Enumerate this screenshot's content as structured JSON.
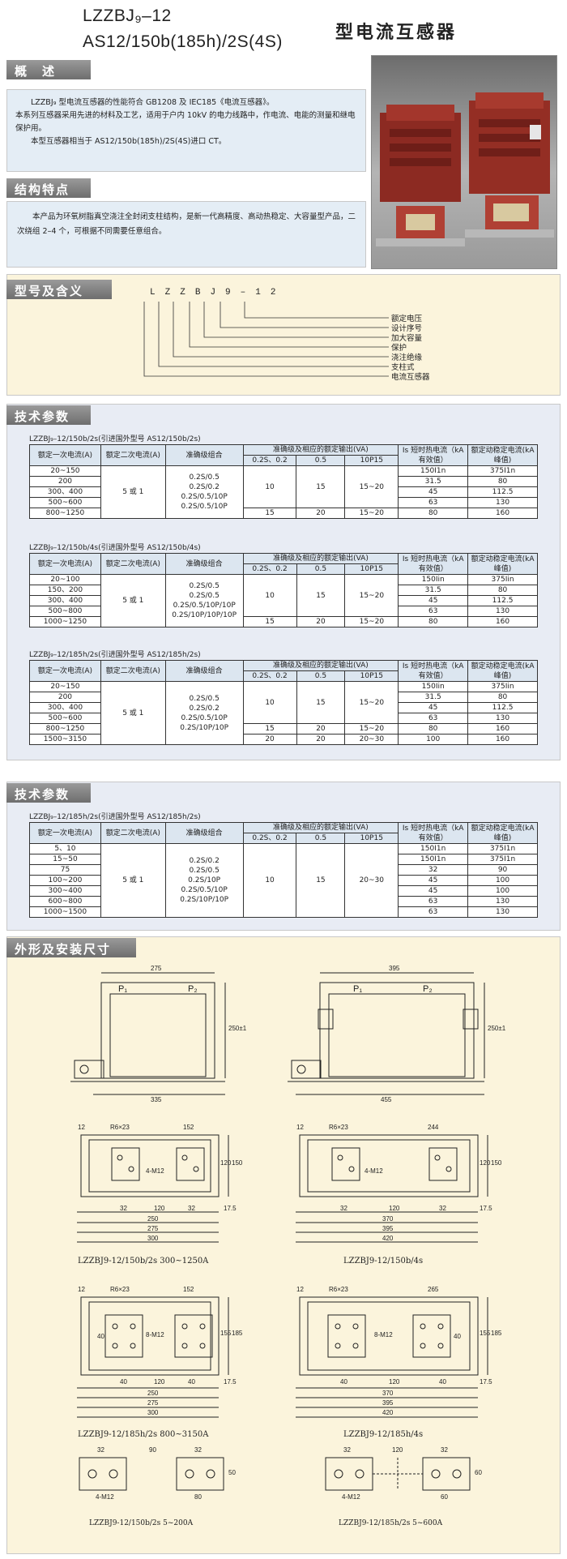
{
  "header": {
    "model_line1": "LZZBJ₉–12",
    "model_line2": "AS12/150b(185h)/2S(4S)",
    "title_cn": "型电流互感器"
  },
  "overview": {
    "tab": "概　述",
    "p1": "LZZBJ₉ 型电流互感器的性能符合 GB1208 及 IEC185《电流互感器》。",
    "p2": "本系列互感器采用先进的材料及工艺，适用于户内 10kV 的电力线路中，作电流、电能的测量和继电保护用。",
    "p3": "本型互感器相当于 AS12/150b(185h)/2S(4S)进口 CT。"
  },
  "structure": {
    "tab": "结构特点",
    "text": "本产品为环氧树脂真空浇注全封闭支柱结构，是新一代高精度、高动热稳定、大容量型产品，二次绕组 2–4 个，可根据不同需要任意组合。"
  },
  "model_meaning": {
    "tab": "型号及含义",
    "code": [
      "L",
      "Z",
      "Z",
      "B",
      "J",
      "9",
      "–12"
    ],
    "meanings": [
      "额定电压",
      "设计序号",
      "加大容量",
      "保护",
      "浇注绝缘",
      "支柱式",
      "电流互感器"
    ]
  },
  "tech1": {
    "tab": "技术参数",
    "headers": {
      "primary": "额定一次电流(A)",
      "secondary": "额定二次电流(A)",
      "accuracy": "准确级组合",
      "output": "准确级及相应的额定输出(VA)",
      "col1": "0.2S、0.2",
      "col2": "0.5",
      "col3": "10P15",
      "is": "Is 短时热电流（kA 有效值）",
      "dyn": "额定动稳定电流(kA 峰值)"
    },
    "tables": [
      {
        "caption": "LZZBJ₉–12/150b/2s(引进国外型号 AS12/150b/2s)",
        "primary": [
          "20~150",
          "200",
          "300、400",
          "500~600",
          "800~1250"
        ],
        "secondary": "5 或 1",
        "accuracy": [
          "0.2S/0.5",
          "0.2S/0.2",
          "0.2S/0.5/10P",
          "0.2S/0.5/10P"
        ],
        "out_main": [
          "10",
          "15",
          "15~20"
        ],
        "out_last": [
          "15",
          "20",
          "15~20"
        ],
        "is": [
          "150I1n",
          "31.5",
          "45",
          "63",
          "80"
        ],
        "dyn": [
          "375I1n",
          "80",
          "112.5",
          "130",
          "160"
        ]
      },
      {
        "caption": "LZZBJ₉–12/150b/4s(引进国外型号 AS12/150b/4s)",
        "primary": [
          "20~100",
          "150、200",
          "300、400",
          "500~800",
          "1000~1250"
        ],
        "secondary": "5 或 1",
        "accuracy": [
          "0.2S/0.5",
          "0.2S/0.5",
          "0.2S/0.5/10P/10P",
          "0.2S/10P/10P/10P"
        ],
        "out_main": [
          "10",
          "15",
          "15~20"
        ],
        "out_last": [
          "15",
          "20",
          "15~20"
        ],
        "is": [
          "150Iin",
          "31.5",
          "45",
          "63",
          "80"
        ],
        "dyn": [
          "375Iin",
          "80",
          "112.5",
          "130",
          "160"
        ]
      },
      {
        "caption": "LZZBJ₉–12/185h/2s(引进国外型号 AS12/185h/2s)",
        "primary": [
          "20~150",
          "200",
          "300、400",
          "500~600",
          "800~1250",
          "1500~3150"
        ],
        "secondary": "5 或 1",
        "accuracy": [
          "0.2S/0.5",
          "0.2S/0.2",
          "0.2S/0.5/10P",
          "0.2S/10P/10P"
        ],
        "out_main": [
          "10",
          "15",
          "15~20"
        ],
        "out_rows": [
          [
            "15",
            "20",
            "15~20"
          ],
          [
            "20",
            "20",
            "20~30"
          ]
        ],
        "is": [
          "150Iin",
          "31.5",
          "45",
          "63",
          "80",
          "100"
        ],
        "dyn": [
          "375Iin",
          "80",
          "112.5",
          "130",
          "160",
          "160"
        ]
      }
    ]
  },
  "tech2": {
    "tab": "技术参数",
    "caption": "LZZBJ₉–12/185h/2s(引进国外型号 AS12/185h/2s)",
    "primary": [
      "5、10",
      "15~50",
      "75",
      "100~200",
      "300~400",
      "600~800",
      "1000~1500"
    ],
    "secondary": "5 或 1",
    "accuracy": [
      "0.2S/0.2",
      "0.2S/0.5",
      "0.2S/10P",
      "0.2S/0.5/10P",
      "0.2S/10P/10P"
    ],
    "out": [
      "10",
      "15",
      "20~30"
    ],
    "is": [
      "150I1n",
      "150I1n",
      "32",
      "45",
      "45",
      "63",
      "63"
    ],
    "dyn": [
      "375I1n",
      "375I1n",
      "90",
      "100",
      "100",
      "130",
      "130"
    ]
  },
  "drawings": {
    "tab": "外形及安装尺寸",
    "captions": [
      "LZZBJ9-12/150b/2s  300~1250A",
      "LZZBJ9-12/150b/4s",
      "LZZBJ9-12/185h/2s  800~3150A",
      "LZZBJ9-12/185h/4s",
      "LZZBJ9-12/150b/2s  5~200A",
      "LZZBJ9-12/185h/2s  5~600A"
    ],
    "dims": {
      "front1": [
        "275",
        "335",
        "250±1",
        "P₁",
        "P₂"
      ],
      "front2": [
        "395",
        "455",
        "250±1",
        "P₁",
        "P₂"
      ],
      "plan1": [
        "12",
        "R6×23",
        "152",
        "4-M12",
        "120",
        "150",
        "32",
        "120",
        "32",
        "17.5",
        "250",
        "275",
        "300"
      ],
      "plan2": [
        "12",
        "R6×23",
        "244",
        "4-M12",
        "120",
        "150",
        "32",
        "120",
        "32",
        "17.5",
        "370",
        "395",
        "420"
      ],
      "plan3": [
        "12",
        "R6×23",
        "152",
        "8-M12",
        "40",
        "155",
        "185",
        "40",
        "120",
        "40",
        "17.5",
        "250",
        "275",
        "300"
      ],
      "plan4": [
        "12",
        "R6×23",
        "265",
        "8-M12",
        "40",
        "155",
        "185",
        "40",
        "120",
        "40",
        "17.5",
        "370",
        "395",
        "420"
      ],
      "small1": [
        "32",
        "90",
        "32",
        "4-M12",
        "50",
        "80"
      ],
      "small2": [
        "32",
        "120",
        "32",
        "4-M12",
        "60",
        "60"
      ]
    }
  }
}
